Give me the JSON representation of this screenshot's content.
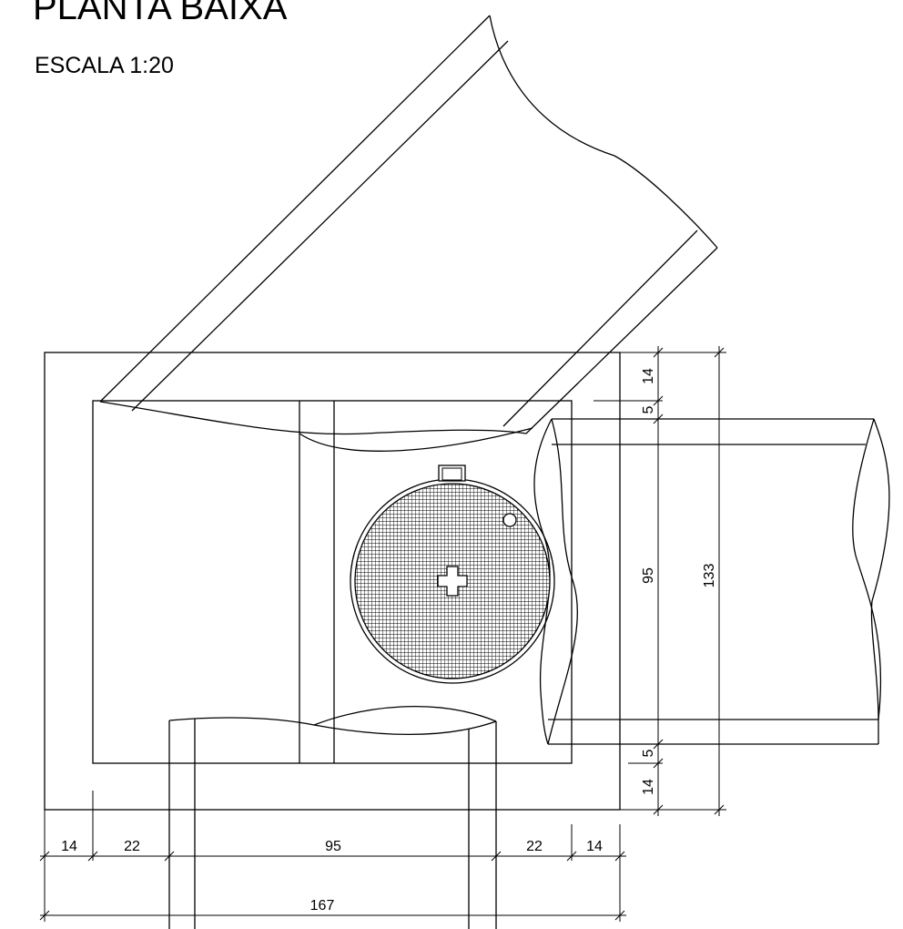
{
  "title": "PLANTA BAIXA",
  "scale": "ESCALA 1:20",
  "dimensions": {
    "bottom_left_outer": "14",
    "bottom_left_inner": "22",
    "bottom_center": "95",
    "bottom_right_inner": "22",
    "bottom_right_outer": "14",
    "bottom_total": "167",
    "right_top_outer": "14",
    "right_top_inner": "5",
    "right_center": "95",
    "right_bottom_inner": "5",
    "right_bottom_outer": "14",
    "right_total": "133"
  }
}
